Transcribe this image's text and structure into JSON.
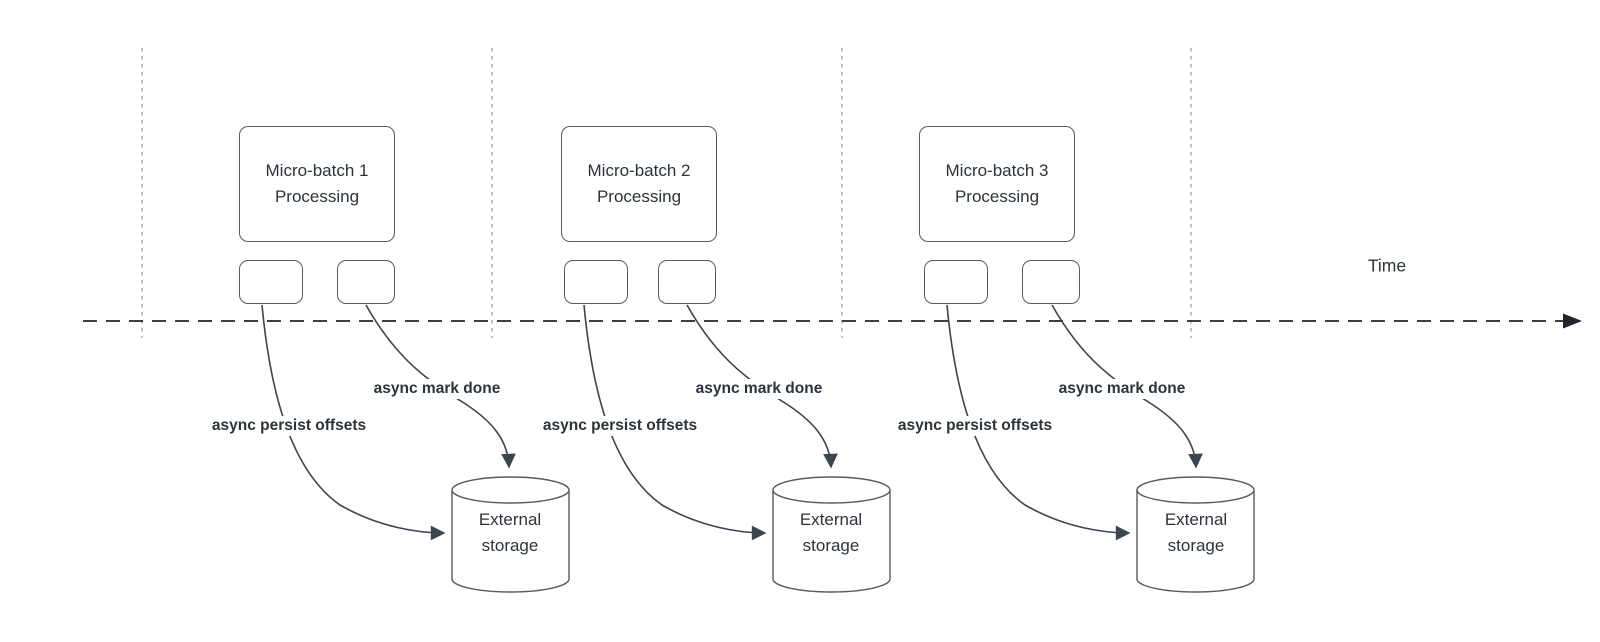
{
  "colors": {
    "shape_stroke": "#565c64",
    "arrow_stroke": "#3e4450",
    "timeline_stroke": "#1f242b",
    "guide_stroke": "#a6a6a6",
    "text_color": "#2d333b"
  },
  "time_axis": {
    "label": "Time"
  },
  "groups": [
    {
      "batch_label": "Micro-batch 1 Processing",
      "persist_label": "async persist offsets",
      "done_label": "async mark done",
      "storage_label": "External storage"
    },
    {
      "batch_label": "Micro-batch 2 Processing",
      "persist_label": "async persist offsets",
      "done_label": "async mark done",
      "storage_label": "External storage"
    },
    {
      "batch_label": "Micro-batch 3 Processing",
      "persist_label": "async persist offsets",
      "done_label": "async mark done",
      "storage_label": "External storage"
    }
  ]
}
